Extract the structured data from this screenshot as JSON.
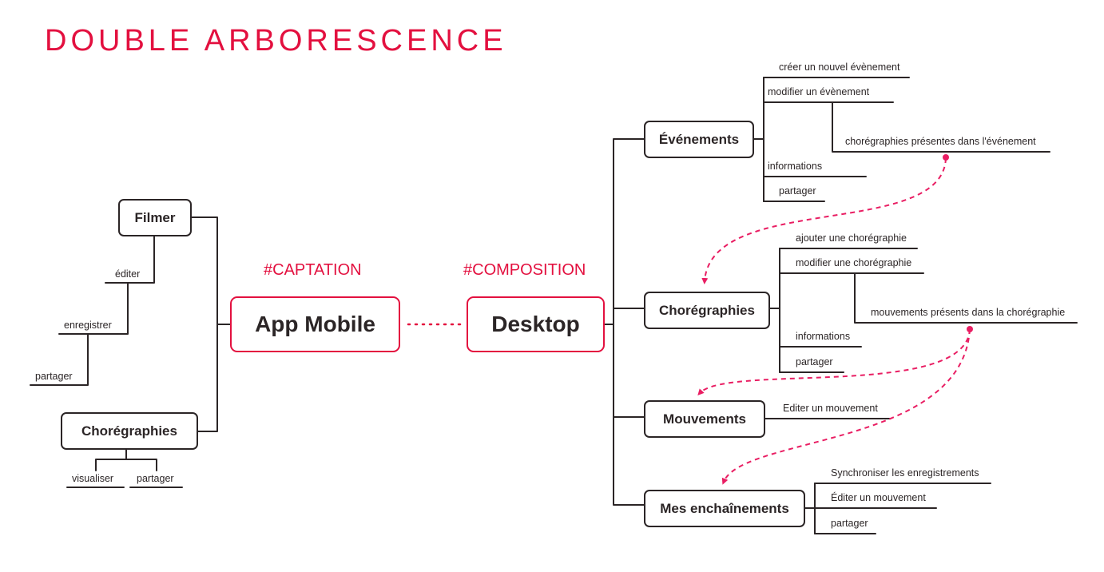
{
  "title": "DOUBLE ARBORESCENCE",
  "colors": {
    "accent": "#e3103f",
    "ink": "#2b2526",
    "link": "#e91e63"
  },
  "captation": {
    "tag": "#CAPTATION",
    "root": "App Mobile",
    "filmer": {
      "label": "Filmer",
      "items": [
        "éditer",
        "enregistrer",
        "partager"
      ]
    },
    "choregraphies": {
      "label": "Chorégraphies",
      "items": [
        "visualiser",
        "partager"
      ]
    }
  },
  "composition": {
    "tag": "#COMPOSITION",
    "root": "Desktop",
    "evenements": {
      "label": "Événements",
      "items": [
        "créer un nouvel évènement",
        "modifier un évènement",
        "chorégraphies présentes dans l'événement",
        "informations",
        "partager"
      ]
    },
    "choregraphies": {
      "label": "Chorégraphies",
      "items": [
        "ajouter une chorégraphie",
        "modifier une chorégraphie",
        "mouvements présents dans la chorégraphie",
        "informations",
        "partager"
      ]
    },
    "mouvements": {
      "label": "Mouvements",
      "items": [
        "Editer un mouvement"
      ]
    },
    "enchainements": {
      "label": "Mes enchaînements",
      "items": [
        "Synchroniser les enregistrements",
        "Éditer un mouvement",
        "partager"
      ]
    }
  }
}
